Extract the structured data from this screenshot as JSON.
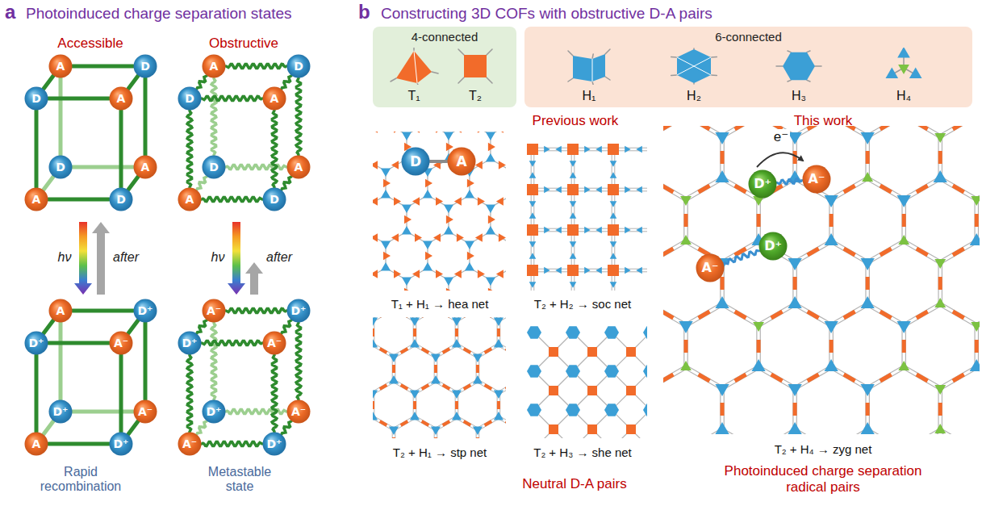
{
  "diagram": {
    "nodes": [
      {
        "text": [
          "A"
        ]
      },
      {
        "text": [
          "D"
        ]
      },
      {
        "text": [
          "D"
        ]
      },
      {
        "text": [
          "A"
        ]
      },
      {
        "text": [
          "D"
        ]
      },
      {
        "text": [
          "A"
        ]
      },
      {
        "text": [
          "A"
        ]
      },
      {
        "text": [
          "D"
        ]
      },
      {
        "text": [
          "A"
        ]
      },
      {
        "text": [
          "D"
        ]
      },
      {
        "text": [
          "D"
        ]
      },
      {
        "text": [
          "A"
        ]
      },
      {
        "text": [
          "D"
        ]
      },
      {
        "text": [
          "A"
        ]
      },
      {
        "text": [
          "A"
        ]
      },
      {
        "text": [
          "D"
        ]
      },
      {
        "text": [
          "A"
        ]
      },
      {
        "text": [
          "D⁺"
        ]
      },
      {
        "text": [
          "D⁺"
        ]
      },
      {
        "text": [
          "A⁻"
        ]
      },
      {
        "text": [
          "D⁺"
        ]
      },
      {
        "text": [
          "A⁻"
        ]
      },
      {
        "text": [
          "A"
        ]
      },
      {
        "text": [
          "D⁺"
        ]
      },
      {
        "text": [
          "A⁻"
        ]
      },
      {
        "text": [
          "D⁺"
        ]
      },
      {
        "text": [
          "D⁺"
        ]
      },
      {
        "text": [
          "A⁻"
        ]
      },
      {
        "text": [
          "D⁺"
        ]
      },
      {
        "text": [
          "A⁻"
        ]
      },
      {
        "text": [
          "A⁻"
        ]
      },
      {
        "text": [
          "D⁺"
        ]
      },
      {
        "text": [
          "4-connected"
        ]
      },
      {
        "text": [
          "T₁"
        ],
        "in": 32
      },
      {
        "text": [
          "T₂"
        ],
        "in": 32
      },
      {
        "text": [
          "6-connected"
        ]
      },
      {
        "text": [
          "H₁"
        ],
        "in": 35
      },
      {
        "text": [
          "H₂"
        ],
        "in": 35
      },
      {
        "text": [
          "H₃"
        ],
        "in": 35
      },
      {
        "text": [
          "H₄"
        ],
        "in": 35
      },
      {
        "text": [
          "D"
        ]
      },
      {
        "text": [
          "A"
        ]
      },
      {
        "text": [
          "D⁺"
        ]
      },
      {
        "text": [
          "A⁻"
        ]
      },
      {
        "text": [
          "D⁺"
        ]
      },
      {
        "text": [
          "A⁻"
        ]
      }
    ],
    "edges": [
      {
        "from": 0,
        "to": 1,
        "arrow": "none"
      },
      {
        "from": 1,
        "to": 5,
        "arrow": "none"
      },
      {
        "from": 5,
        "to": 4,
        "arrow": "none"
      },
      {
        "from": 4,
        "to": 0,
        "arrow": "none"
      },
      {
        "from": 2,
        "to": 3,
        "arrow": "none"
      },
      {
        "from": 3,
        "to": 7,
        "arrow": "none"
      },
      {
        "from": 7,
        "to": 6,
        "arrow": "none"
      },
      {
        "from": 6,
        "to": 2,
        "arrow": "none"
      },
      {
        "from": 0,
        "to": 2,
        "arrow": "none"
      },
      {
        "from": 1,
        "to": 3,
        "arrow": "none"
      },
      {
        "from": 4,
        "to": 6,
        "arrow": "none"
      },
      {
        "from": 5,
        "to": 7,
        "arrow": "none"
      },
      {
        "from": 8,
        "to": 9,
        "arrow": "none"
      },
      {
        "from": 9,
        "to": 13,
        "arrow": "none"
      },
      {
        "from": 13,
        "to": 12,
        "arrow": "none"
      },
      {
        "from": 12,
        "to": 8,
        "arrow": "none"
      },
      {
        "from": 10,
        "to": 11,
        "arrow": "none"
      },
      {
        "from": 11,
        "to": 15,
        "arrow": "none"
      },
      {
        "from": 15,
        "to": 14,
        "arrow": "none"
      },
      {
        "from": 14,
        "to": 10,
        "arrow": "none"
      },
      {
        "from": 8,
        "to": 10,
        "arrow": "none"
      },
      {
        "from": 9,
        "to": 11,
        "arrow": "none"
      },
      {
        "from": 12,
        "to": 14,
        "arrow": "none"
      },
      {
        "from": 13,
        "to": 15,
        "arrow": "none"
      },
      {
        "from": 16,
        "to": 17,
        "arrow": "none"
      },
      {
        "from": 17,
        "to": 21,
        "arrow": "none"
      },
      {
        "from": 21,
        "to": 20,
        "arrow": "none"
      },
      {
        "from": 20,
        "to": 16,
        "arrow": "none"
      },
      {
        "from": 18,
        "to": 19,
        "arrow": "none"
      },
      {
        "from": 19,
        "to": 23,
        "arrow": "none"
      },
      {
        "from": 23,
        "to": 22,
        "arrow": "none"
      },
      {
        "from": 22,
        "to": 18,
        "arrow": "none"
      },
      {
        "from": 16,
        "to": 18,
        "arrow": "none"
      },
      {
        "from": 17,
        "to": 19,
        "arrow": "none"
      },
      {
        "from": 20,
        "to": 22,
        "arrow": "none"
      },
      {
        "from": 21,
        "to": 23,
        "arrow": "none"
      },
      {
        "from": 24,
        "to": 25,
        "arrow": "none"
      },
      {
        "from": 25,
        "to": 29,
        "arrow": "none"
      },
      {
        "from": 29,
        "to": 28,
        "arrow": "none"
      },
      {
        "from": 28,
        "to": 24,
        "arrow": "none"
      },
      {
        "from": 26,
        "to": 27,
        "arrow": "none"
      },
      {
        "from": 27,
        "to": 31,
        "arrow": "none"
      },
      {
        "from": 31,
        "to": 30,
        "arrow": "none"
      },
      {
        "from": 30,
        "to": 26,
        "arrow": "none"
      },
      {
        "from": 24,
        "to": 26,
        "arrow": "none"
      },
      {
        "from": 25,
        "to": 27,
        "arrow": "none"
      },
      {
        "from": 28,
        "to": 30,
        "arrow": "none"
      },
      {
        "from": 29,
        "to": 31,
        "arrow": "none"
      },
      {
        "from": 40,
        "to": 41,
        "arrow": "none"
      },
      {
        "from": 42,
        "to": 43,
        "arrow": "none"
      },
      {
        "from": 44,
        "to": 45,
        "arrow": "none"
      }
    ],
    "labels": [
      "a",
      "Photoinduced charge separation states",
      "Accessible",
      "Obstructive",
      "hν",
      "after",
      "hν",
      "after",
      "Rapid recombination",
      "Metastable state",
      "b",
      "Constructing 3D COFs with obstructive D-A pairs",
      "Previous work",
      "This work",
      "T₁ + H₁ → hea net",
      "T₂ + H₂ → soc net",
      "T₂ + H₁ → stp net",
      "T₂ + H₃ → she net",
      "Neutral D-A pairs",
      "e⁻",
      "T₂ + H₄ → zyg net",
      "Photoinduced charge separation radical pairs"
    ]
  }
}
